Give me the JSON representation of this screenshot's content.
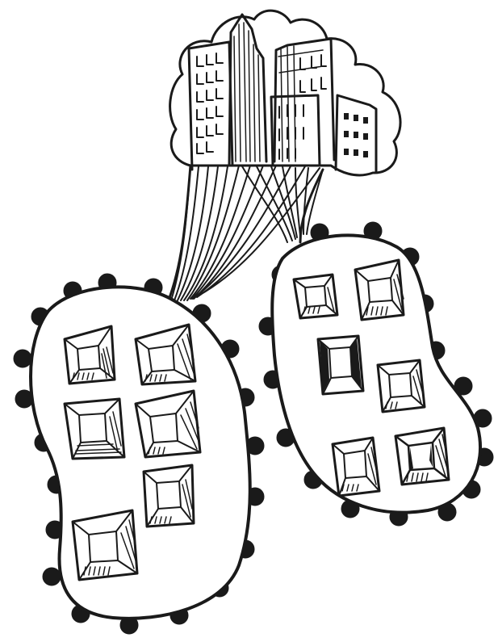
{
  "illustration": {
    "subject": "pen-sketch",
    "ink_color": "#1a1a1a",
    "paper_color": "#ffffff",
    "elements": {
      "city_cloud": {
        "buildings": 5
      },
      "left_pod": {
        "boxes": 6
      },
      "right_pod": {
        "boxes": 6
      }
    }
  }
}
